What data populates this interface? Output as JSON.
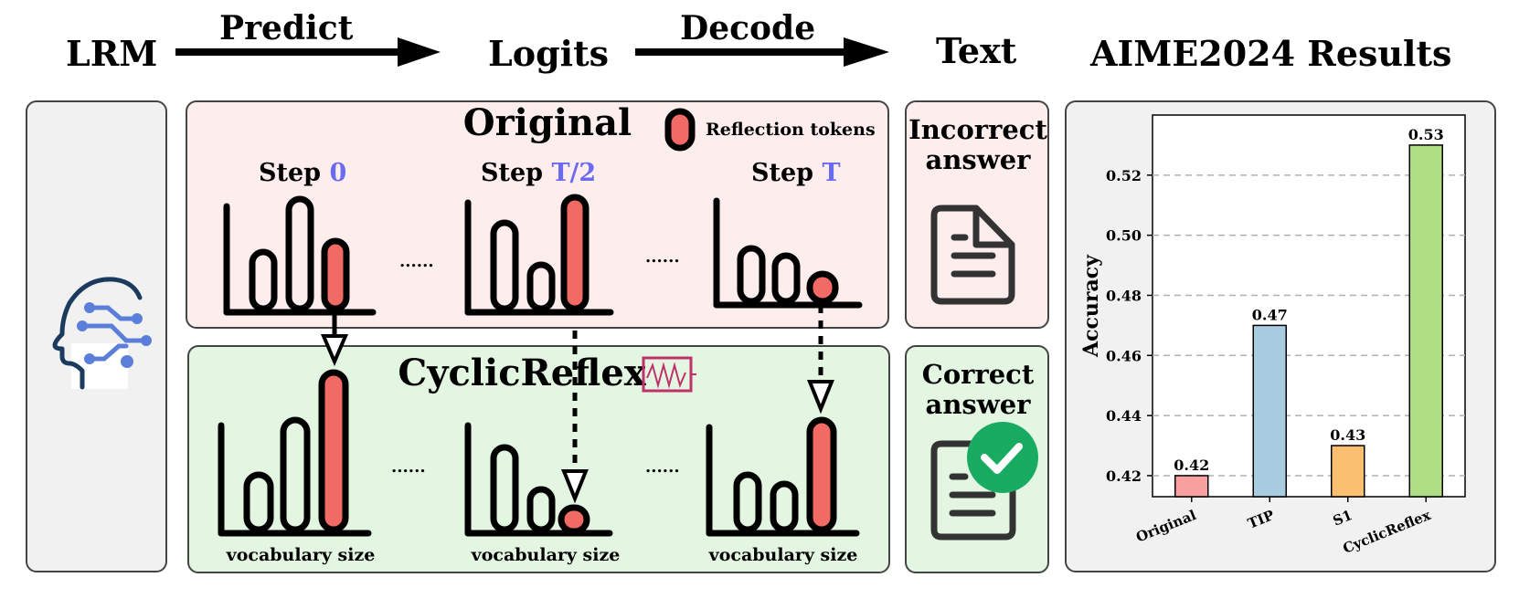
{
  "headers": {
    "lrm": "LRM",
    "predict": "Predict",
    "logits": "Logits",
    "decode": "Decode",
    "text": "Text",
    "results": "AIME2024 Results"
  },
  "original": {
    "title": "Original",
    "legend": "Reflection tokens",
    "steps": [
      {
        "prefix": "Step ",
        "var": "0"
      },
      {
        "prefix": "Step ",
        "var": "T/2"
      },
      {
        "prefix": "Step ",
        "var": "T"
      }
    ],
    "ellipsis": "......"
  },
  "cyclic": {
    "title": "CyclicReflex",
    "axis_label": "vocabulary size",
    "ellipsis": "......"
  },
  "answers": {
    "incorrect_line1": "Incorrect",
    "incorrect_line2": "answer",
    "correct_line1": "Correct",
    "correct_line2": "answer"
  },
  "colors": {
    "original_bg": "#fdeeed",
    "cyclic_bg": "#e3f6e1",
    "reflection_token": "#f26a64",
    "step_var": "#6b6bf0",
    "check": "#1aab63",
    "wave_icon": "#c0306a",
    "brain_icon": "#1a3a5e",
    "circuit": "#5b7fd9"
  },
  "chart_data": {
    "type": "bar",
    "categories": [
      "Original",
      "TIP",
      "S1",
      "CyclicReflex"
    ],
    "values": [
      0.42,
      0.47,
      0.43,
      0.53
    ],
    "value_labels": [
      "0.42",
      "0.47",
      "0.43",
      "0.53"
    ],
    "colors": [
      "#f7a09f",
      "#a8cce0",
      "#fbbf72",
      "#b0de84"
    ],
    "ylabel": "Accuracy",
    "ylim": [
      0.413,
      0.54
    ],
    "yticks": [
      0.42,
      0.44,
      0.46,
      0.48,
      0.5,
      0.52
    ],
    "ytick_labels": [
      "0.42",
      "0.44",
      "0.46",
      "0.48",
      "0.50",
      "0.52"
    ],
    "grid": true
  }
}
